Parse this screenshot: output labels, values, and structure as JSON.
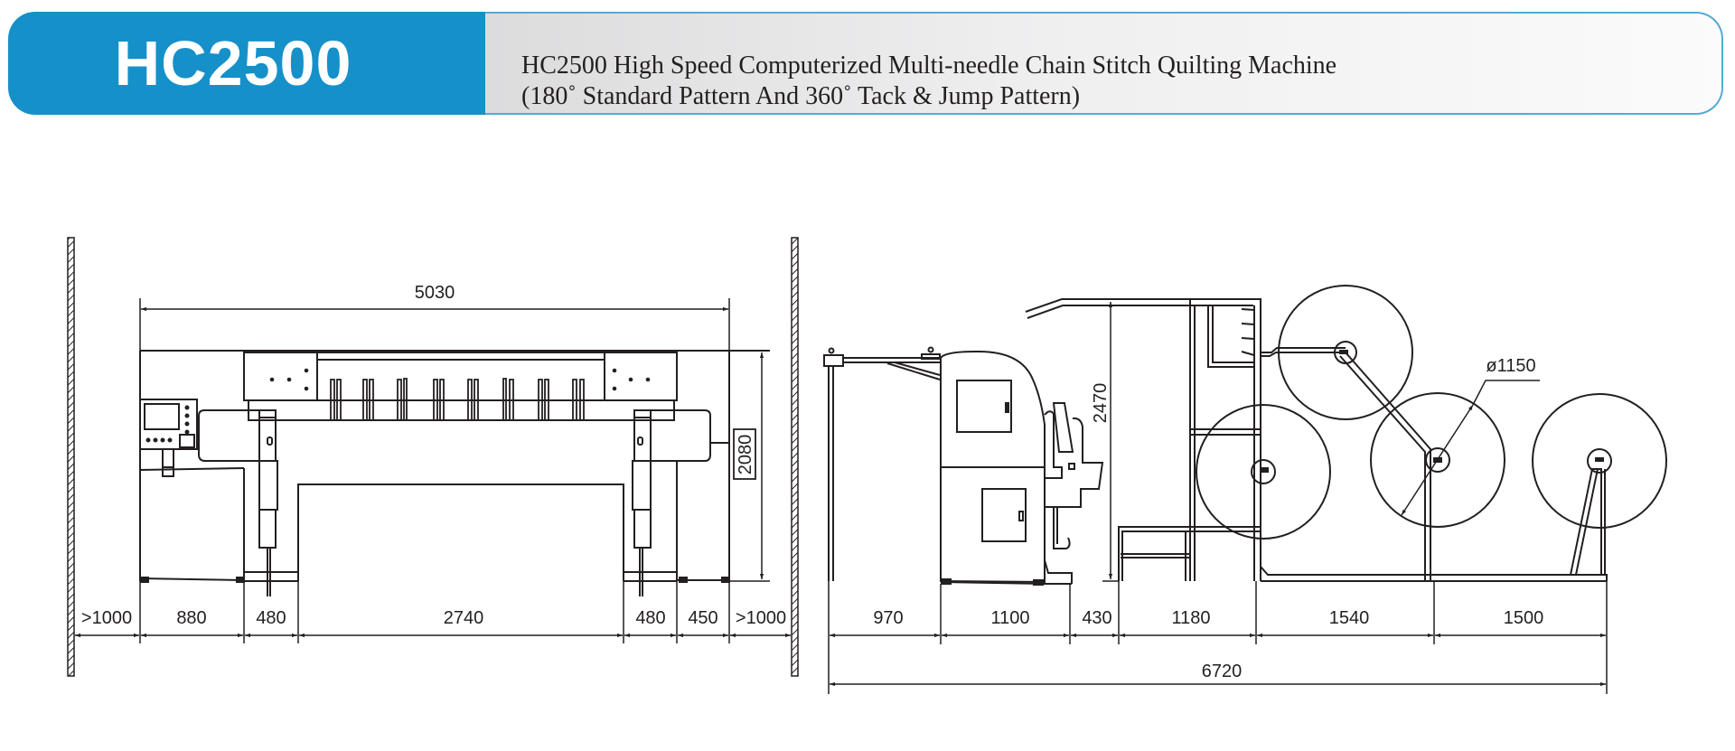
{
  "header": {
    "model": "HC2500",
    "title_line1": "HC2500 High Speed Computerized Multi-needle Chain Stitch Quilting Machine",
    "title_line2": "(180˚ Standard Pattern And 360˚ Tack & Jump Pattern)",
    "brand_color": "#1690c9"
  },
  "front_view": {
    "overall_width": "5030",
    "height": "2080",
    "bottom_dims": [
      ">1000",
      "880",
      "480",
      "2740",
      "480",
      "450",
      ">1000"
    ]
  },
  "side_view": {
    "height": "2470",
    "roll_diameter": "ø1150",
    "bottom_dims": [
      "970",
      "1100",
      "430",
      "1180",
      "1540",
      "1500"
    ],
    "overall_length": "6720"
  }
}
